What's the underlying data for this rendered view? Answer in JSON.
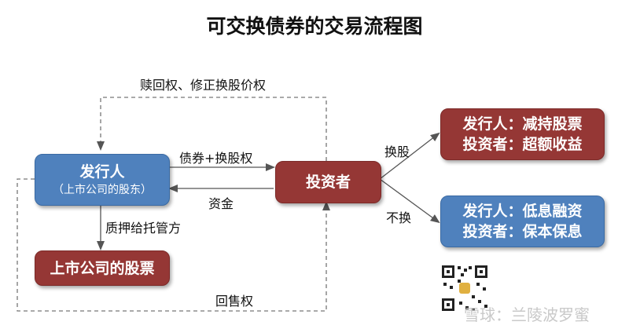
{
  "title": "可交换债券的交易流程图",
  "nodes": {
    "issuer": {
      "name": "发行人",
      "sub": "（上市公司的股东）"
    },
    "investor": {
      "name": "投资者"
    },
    "pledge": {
      "name": "上市公司的股票"
    },
    "swap_result": {
      "line1": "发行人：减持股票",
      "line2": "投资者：超额收益"
    },
    "noswap_result": {
      "line1": "发行人：低息融资",
      "line2": "投资者：保本保息"
    }
  },
  "edges": {
    "redeem": "赎回权、修正换股价权",
    "bond": "债券+换股权",
    "funds": "资金",
    "pledge": "质押给托管方",
    "swap": "换股",
    "noswap": "不换",
    "putback": "回售权"
  },
  "watermark": "雪球：兰陵波罗蜜",
  "colors": {
    "blue": "#4f81bd",
    "red": "#953735"
  }
}
